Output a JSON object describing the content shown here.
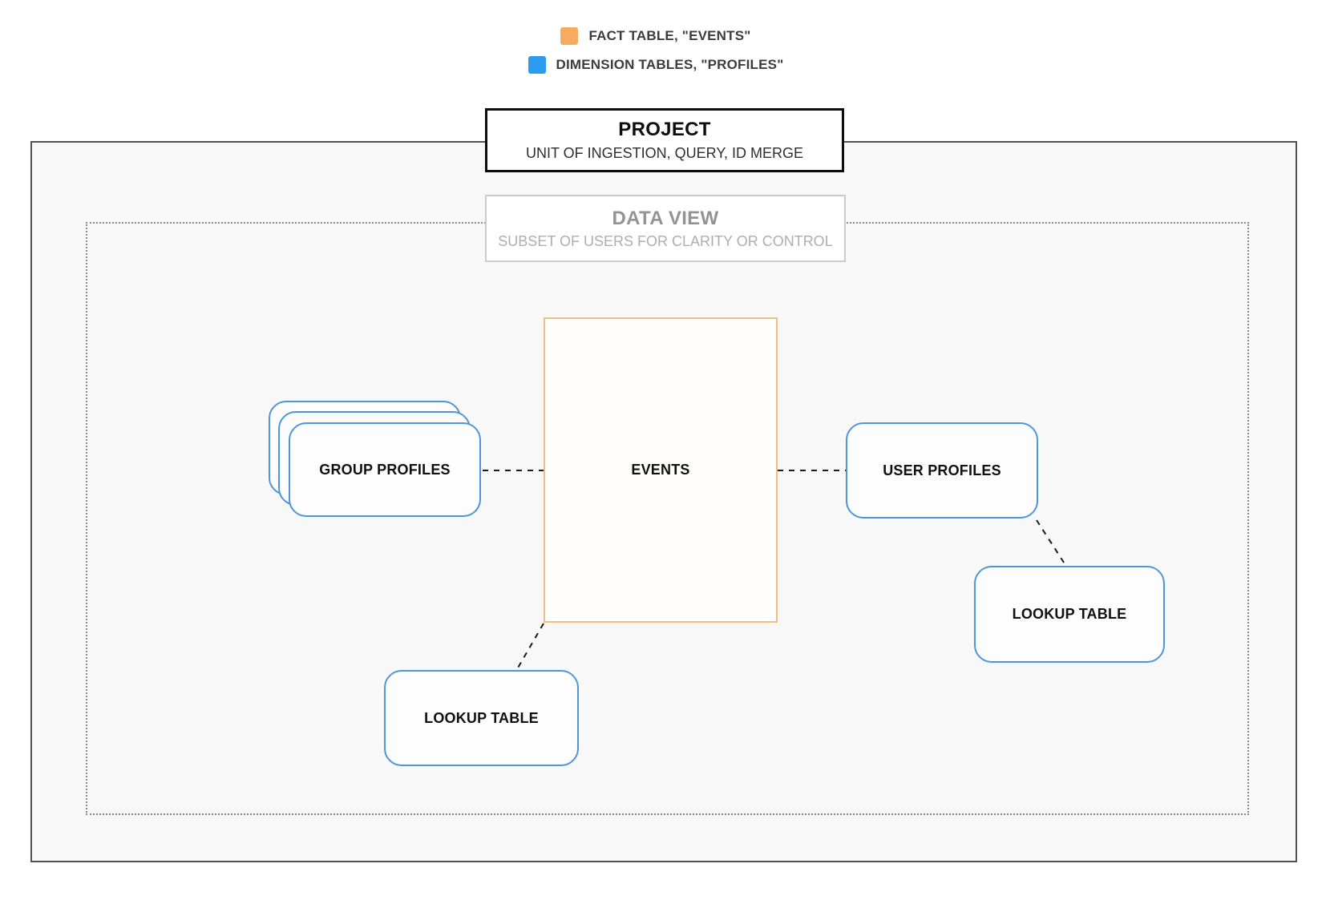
{
  "colors": {
    "fact_table_accent": "#F5AC5E",
    "dimension_table_accent": "#2D9BF0",
    "profile_box_border": "#4E95D9",
    "events_box_border": "#EDBE85"
  },
  "legend": {
    "items": [
      {
        "name": "fact-table",
        "label": "FACT TABLE, \"EVENTS\""
      },
      {
        "name": "dimension-tables",
        "label": "DIMENSION TABLES, \"PROFILES\""
      }
    ]
  },
  "project": {
    "title": "PROJECT",
    "subtitle": "UNIT OF INGESTION, QUERY, ID MERGE"
  },
  "data_view": {
    "title": "DATA VIEW",
    "subtitle": "SUBSET OF USERS FOR CLARITY OR CONTROL"
  },
  "nodes": {
    "group_profiles": {
      "label": "GROUP PROFILES"
    },
    "events": {
      "label": "EVENTS"
    },
    "user_profiles": {
      "label": "USER PROFILES"
    },
    "lookup_table_left": {
      "label": "LOOKUP TABLE"
    },
    "lookup_table_right": {
      "label": "LOOKUP TABLE"
    }
  }
}
